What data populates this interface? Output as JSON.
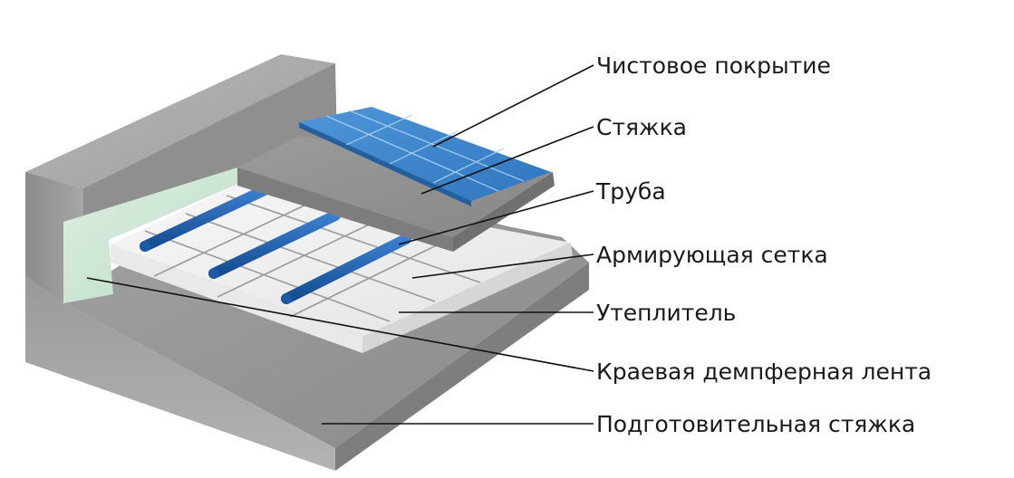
{
  "diagram": {
    "labels": [
      "Чистовое покрытие",
      "Стяжка",
      "Труба",
      "Армирующая сетка",
      "Утеплитель",
      "Краевая демпферная лента",
      "Подготовительная стяжка"
    ]
  },
  "colors": {
    "concrete": "#9e9e9e",
    "screed": "#8e8e8e",
    "insulation": "#f2f2f2",
    "damper_tape": "#cfe8d8",
    "pipe": "#1f5faf",
    "tile": "#3d86cf"
  }
}
